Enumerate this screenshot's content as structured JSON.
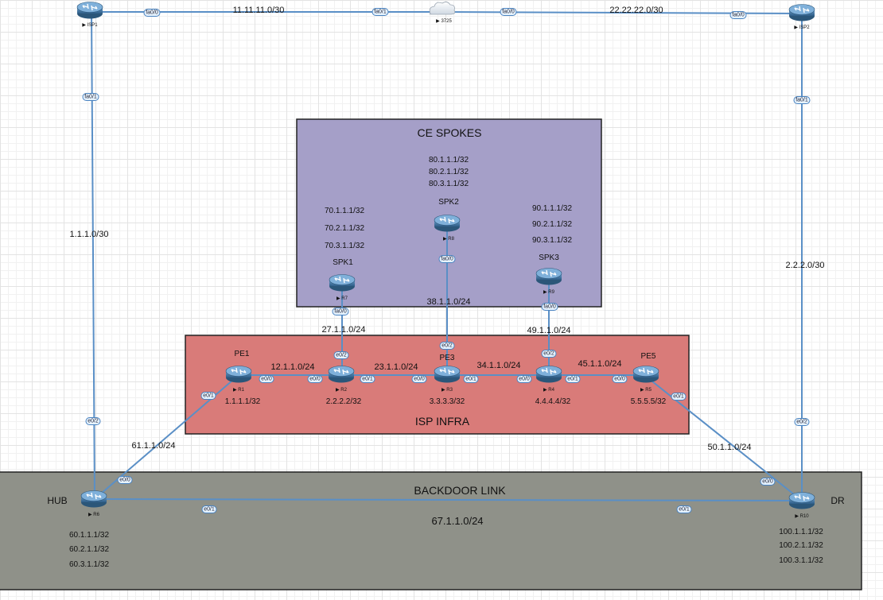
{
  "areas": {
    "ce_spokes": "CE SPOKES",
    "isp_infra": "ISP INFRA",
    "backdoor": "BACKDOOR LINK"
  },
  "networks": {
    "n_11": "11.11.11.0/30",
    "n_22": "22.22.22.0/30",
    "n_1": "1.1.1.0/30",
    "n_2": "2.2.2.0/30",
    "n_27": "27.1.1.0/24",
    "n_38": "38.1.1.0/24",
    "n_49": "49.1.1.0/24",
    "n_12": "12.1.1.0/24",
    "n_23": "23.1.1.0/24",
    "n_34": "34.1.1.0/24",
    "n_45": "45.1.1.0/24",
    "n_61": "61.1.1.0/24",
    "n_50": "50.1.1.0/24",
    "n_67": "67.1.1.0/24"
  },
  "routers": {
    "isp1": {
      "device": "ISP1"
    },
    "isp2": {
      "device": "ISP2"
    },
    "cloud": {
      "device": "3725"
    },
    "r1": {
      "device": "R1",
      "role": "PE1",
      "loopbacks": [
        "1.1.1.1/32"
      ]
    },
    "r2": {
      "device": "R2",
      "loopbacks": [
        "2.2.2.2/32"
      ]
    },
    "r3": {
      "device": "R3",
      "role": "PE3",
      "loopbacks": [
        "3.3.3.3/32"
      ]
    },
    "r4": {
      "device": "R4",
      "loopbacks": [
        "4.4.4.4/32"
      ]
    },
    "r5": {
      "device": "R5",
      "role": "PE5",
      "loopbacks": [
        "5.5.5.5/32"
      ]
    },
    "r6": {
      "device": "R6",
      "role": "HUB",
      "loopbacks": [
        "60.1.1.1/32",
        "60.2.1.1/32",
        "60.3.1.1/32"
      ]
    },
    "r7": {
      "device": "R7",
      "role": "SPK1",
      "loopbacks": [
        "70.1.1.1/32",
        "70.2.1.1/32",
        "70.3.1.1/32"
      ]
    },
    "r8": {
      "device": "R8",
      "role": "SPK2",
      "loopbacks": [
        "80.1.1.1/32",
        "80.2.1.1/32",
        "80.3.1.1/32"
      ]
    },
    "r9": {
      "device": "R9",
      "role": "SPK3",
      "loopbacks": [
        "90.1.1.1/32",
        "90.2.1.1/32",
        "90.3.1.1/32"
      ]
    },
    "r10": {
      "device": "R10",
      "role": "DR",
      "loopbacks": [
        "100.1.1.1/32",
        "100.2.1.1/32",
        "100.3.1.1/32"
      ]
    }
  },
  "interfaces": {
    "isp1_fa00": "fa0/0",
    "isp1_fa01": "fa0/1",
    "cloud_fa01": "fa0/1",
    "cloud_fa00": "fa0/0",
    "isp2_fa00": "fa0/0",
    "isp2_fa01": "fa0/1",
    "r6_e02": "e0/2",
    "r6_e00": "e0/0",
    "r6_e01": "e0/1",
    "r10_e02": "e0/2",
    "r10_e00": "e0/0",
    "r10_e01": "e0/1",
    "r1_e00": "e0/0",
    "r1_e01": "e0/1",
    "r2_e00": "e0/0",
    "r2_e01": "e0/1",
    "r2_e02": "e0/2",
    "r3_e00": "e0/0",
    "r3_e01": "e0/1",
    "r3_e02": "e0/2",
    "r4_e00": "e0/0",
    "r4_e01": "e0/1",
    "r4_e02": "e0/2",
    "r5_e00": "e0/0",
    "r5_e01": "e0/1",
    "r7_fa00": "fa0/0",
    "r8_fa00": "fa0/0",
    "r9_fa00": "fa0/0"
  },
  "colors": {
    "ce_spokes_fill": "#a59fc8",
    "isp_infra_fill": "#d97b79",
    "backdoor_fill": "#8f9189",
    "link": "#5a8fc6",
    "router_body": "#3d6f99"
  }
}
